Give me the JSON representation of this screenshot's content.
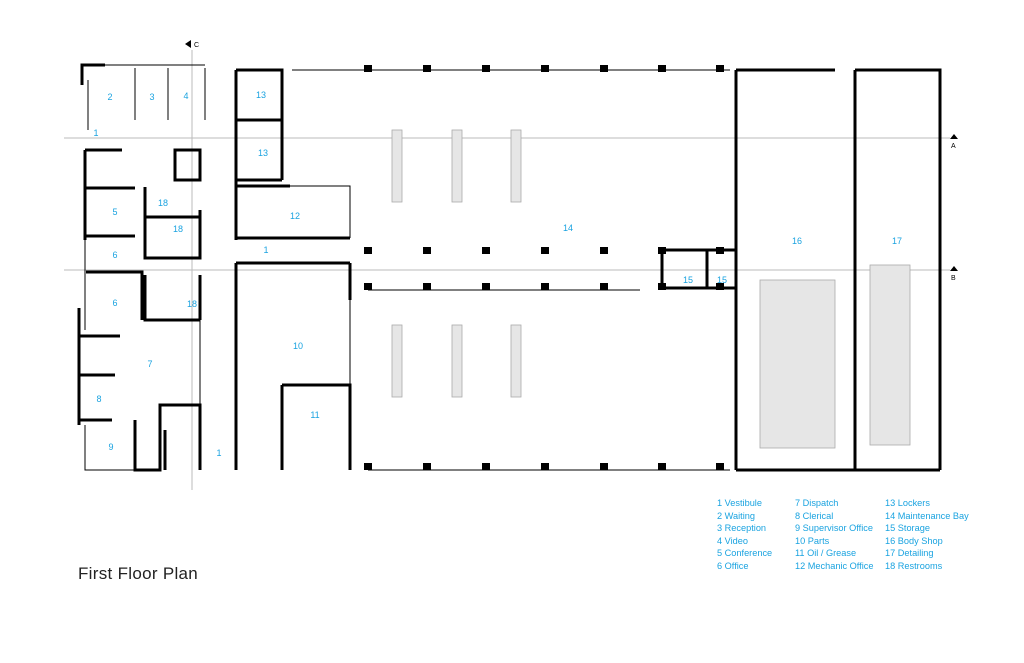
{
  "title": "First Floor Plan",
  "section_markers": [
    "C",
    "A",
    "B"
  ],
  "plan_labels": [
    "2",
    "3",
    "4",
    "1",
    "5",
    "18",
    "18",
    "6",
    "6",
    "18",
    "7",
    "8",
    "9",
    "1",
    "13",
    "13",
    "12",
    "1",
    "10",
    "11",
    "14",
    "15",
    "15",
    "16",
    "17"
  ],
  "legend": [
    "1 Vestibule",
    "7 Dispatch",
    "13 Lockers",
    "2 Waiting",
    "8 Clerical",
    "14 Maintenance Bay",
    "3 Reception",
    "9 Supervisor Office",
    "15 Storage",
    "4 Video",
    "10 Parts",
    "16 Body Shop",
    "5 Conference",
    "11 Oil / Grease",
    "17 Detailing",
    "6 Office",
    "12 Mechanic Office",
    "18 Restrooms"
  ]
}
